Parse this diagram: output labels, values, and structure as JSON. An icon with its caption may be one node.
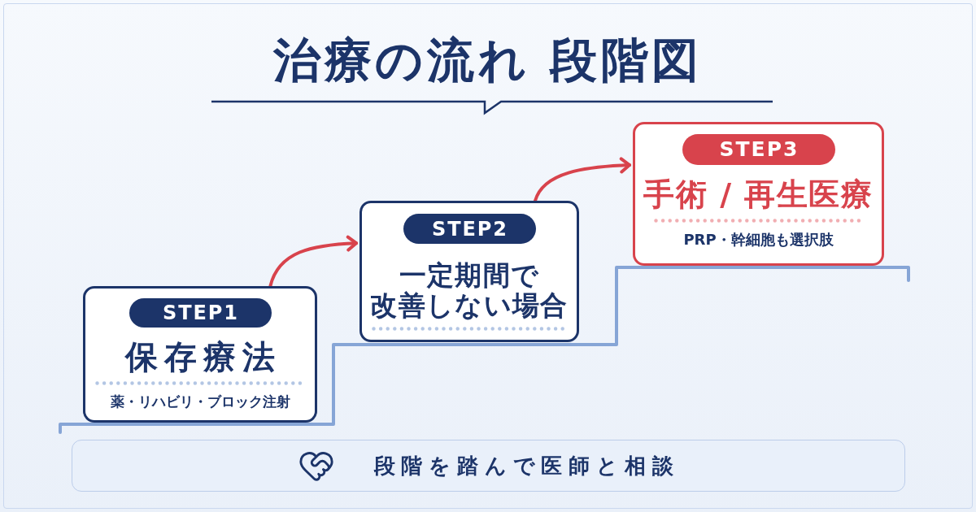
{
  "diagram": {
    "title": "治療の流れ 段階図",
    "nodes": [
      {
        "text": [
          "保存療法",
          "薬・リハビリ・ブロック注射"
        ]
      },
      {
        "text": [
          "STEP1"
        ],
        "in": 0
      },
      {
        "text": [
          "一定期間で改善しない場合"
        ]
      },
      {
        "text": [
          "STEP2"
        ],
        "in": 2
      },
      {
        "text": [
          "手術 / 再生医療",
          "PRP・幹細胞も選択肢"
        ]
      },
      {
        "text": [
          "STEP3"
        ],
        "in": 4
      },
      {
        "text": [
          "段階を踏んで医師と相談"
        ]
      }
    ],
    "edges": [
      {
        "from": 0,
        "to": 2,
        "arrow": "to"
      },
      {
        "from": 2,
        "to": 4,
        "arrow": "to"
      }
    ]
  }
}
